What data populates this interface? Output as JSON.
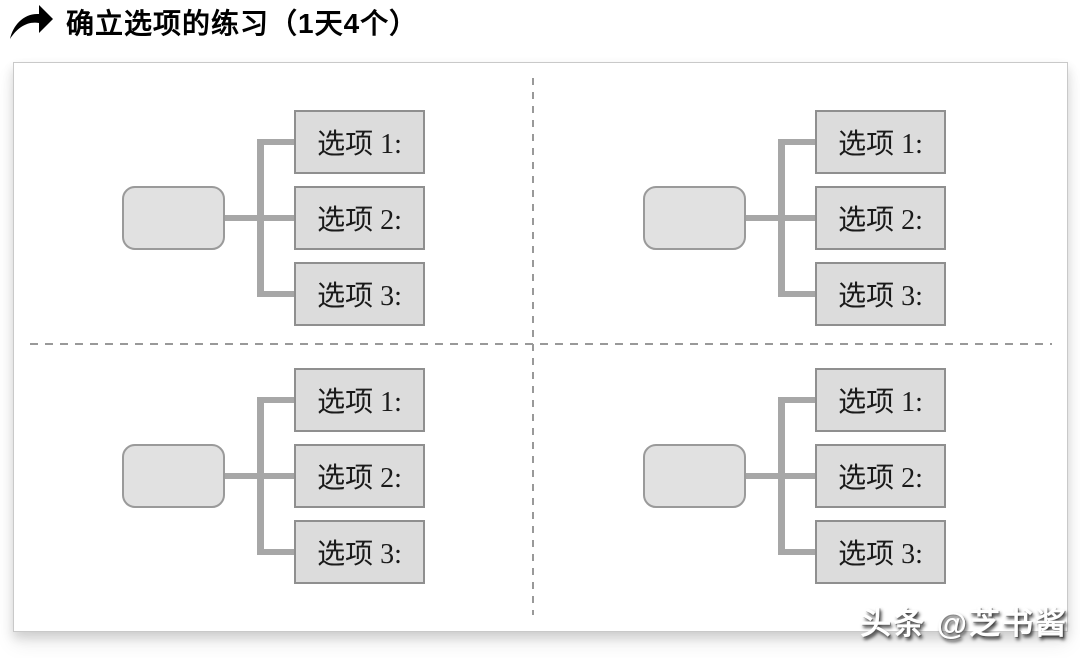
{
  "header": {
    "icon": "curved-forward-arrow-icon",
    "title": "确立选项的练习（1天4个）"
  },
  "diagram": {
    "colors": {
      "option_box_fill": "#dcdcdc",
      "option_box_border": "#8f8f8f",
      "root_box_fill": "#e1e1e1",
      "root_box_border": "#9a9a9a",
      "connector": "#a7a7a7",
      "panel_border": "#c9c9c9",
      "dashed_divider": "#999999",
      "label_text": "#1a1a1a"
    },
    "quadrants": [
      {
        "position": "top-left",
        "root_label": "",
        "options": [
          "选项 1:",
          "选项 2:",
          "选项 3:"
        ]
      },
      {
        "position": "top-right",
        "root_label": "",
        "options": [
          "选项 1:",
          "选项 2:",
          "选项 3:"
        ]
      },
      {
        "position": "bottom-left",
        "root_label": "",
        "options": [
          "选项 1:",
          "选项 2:",
          "选项 3:"
        ]
      },
      {
        "position": "bottom-right",
        "root_label": "",
        "options": [
          "选项 1:",
          "选项 2:",
          "选项 3:"
        ]
      }
    ]
  },
  "watermark": {
    "text": "头条 @芝书酱"
  }
}
